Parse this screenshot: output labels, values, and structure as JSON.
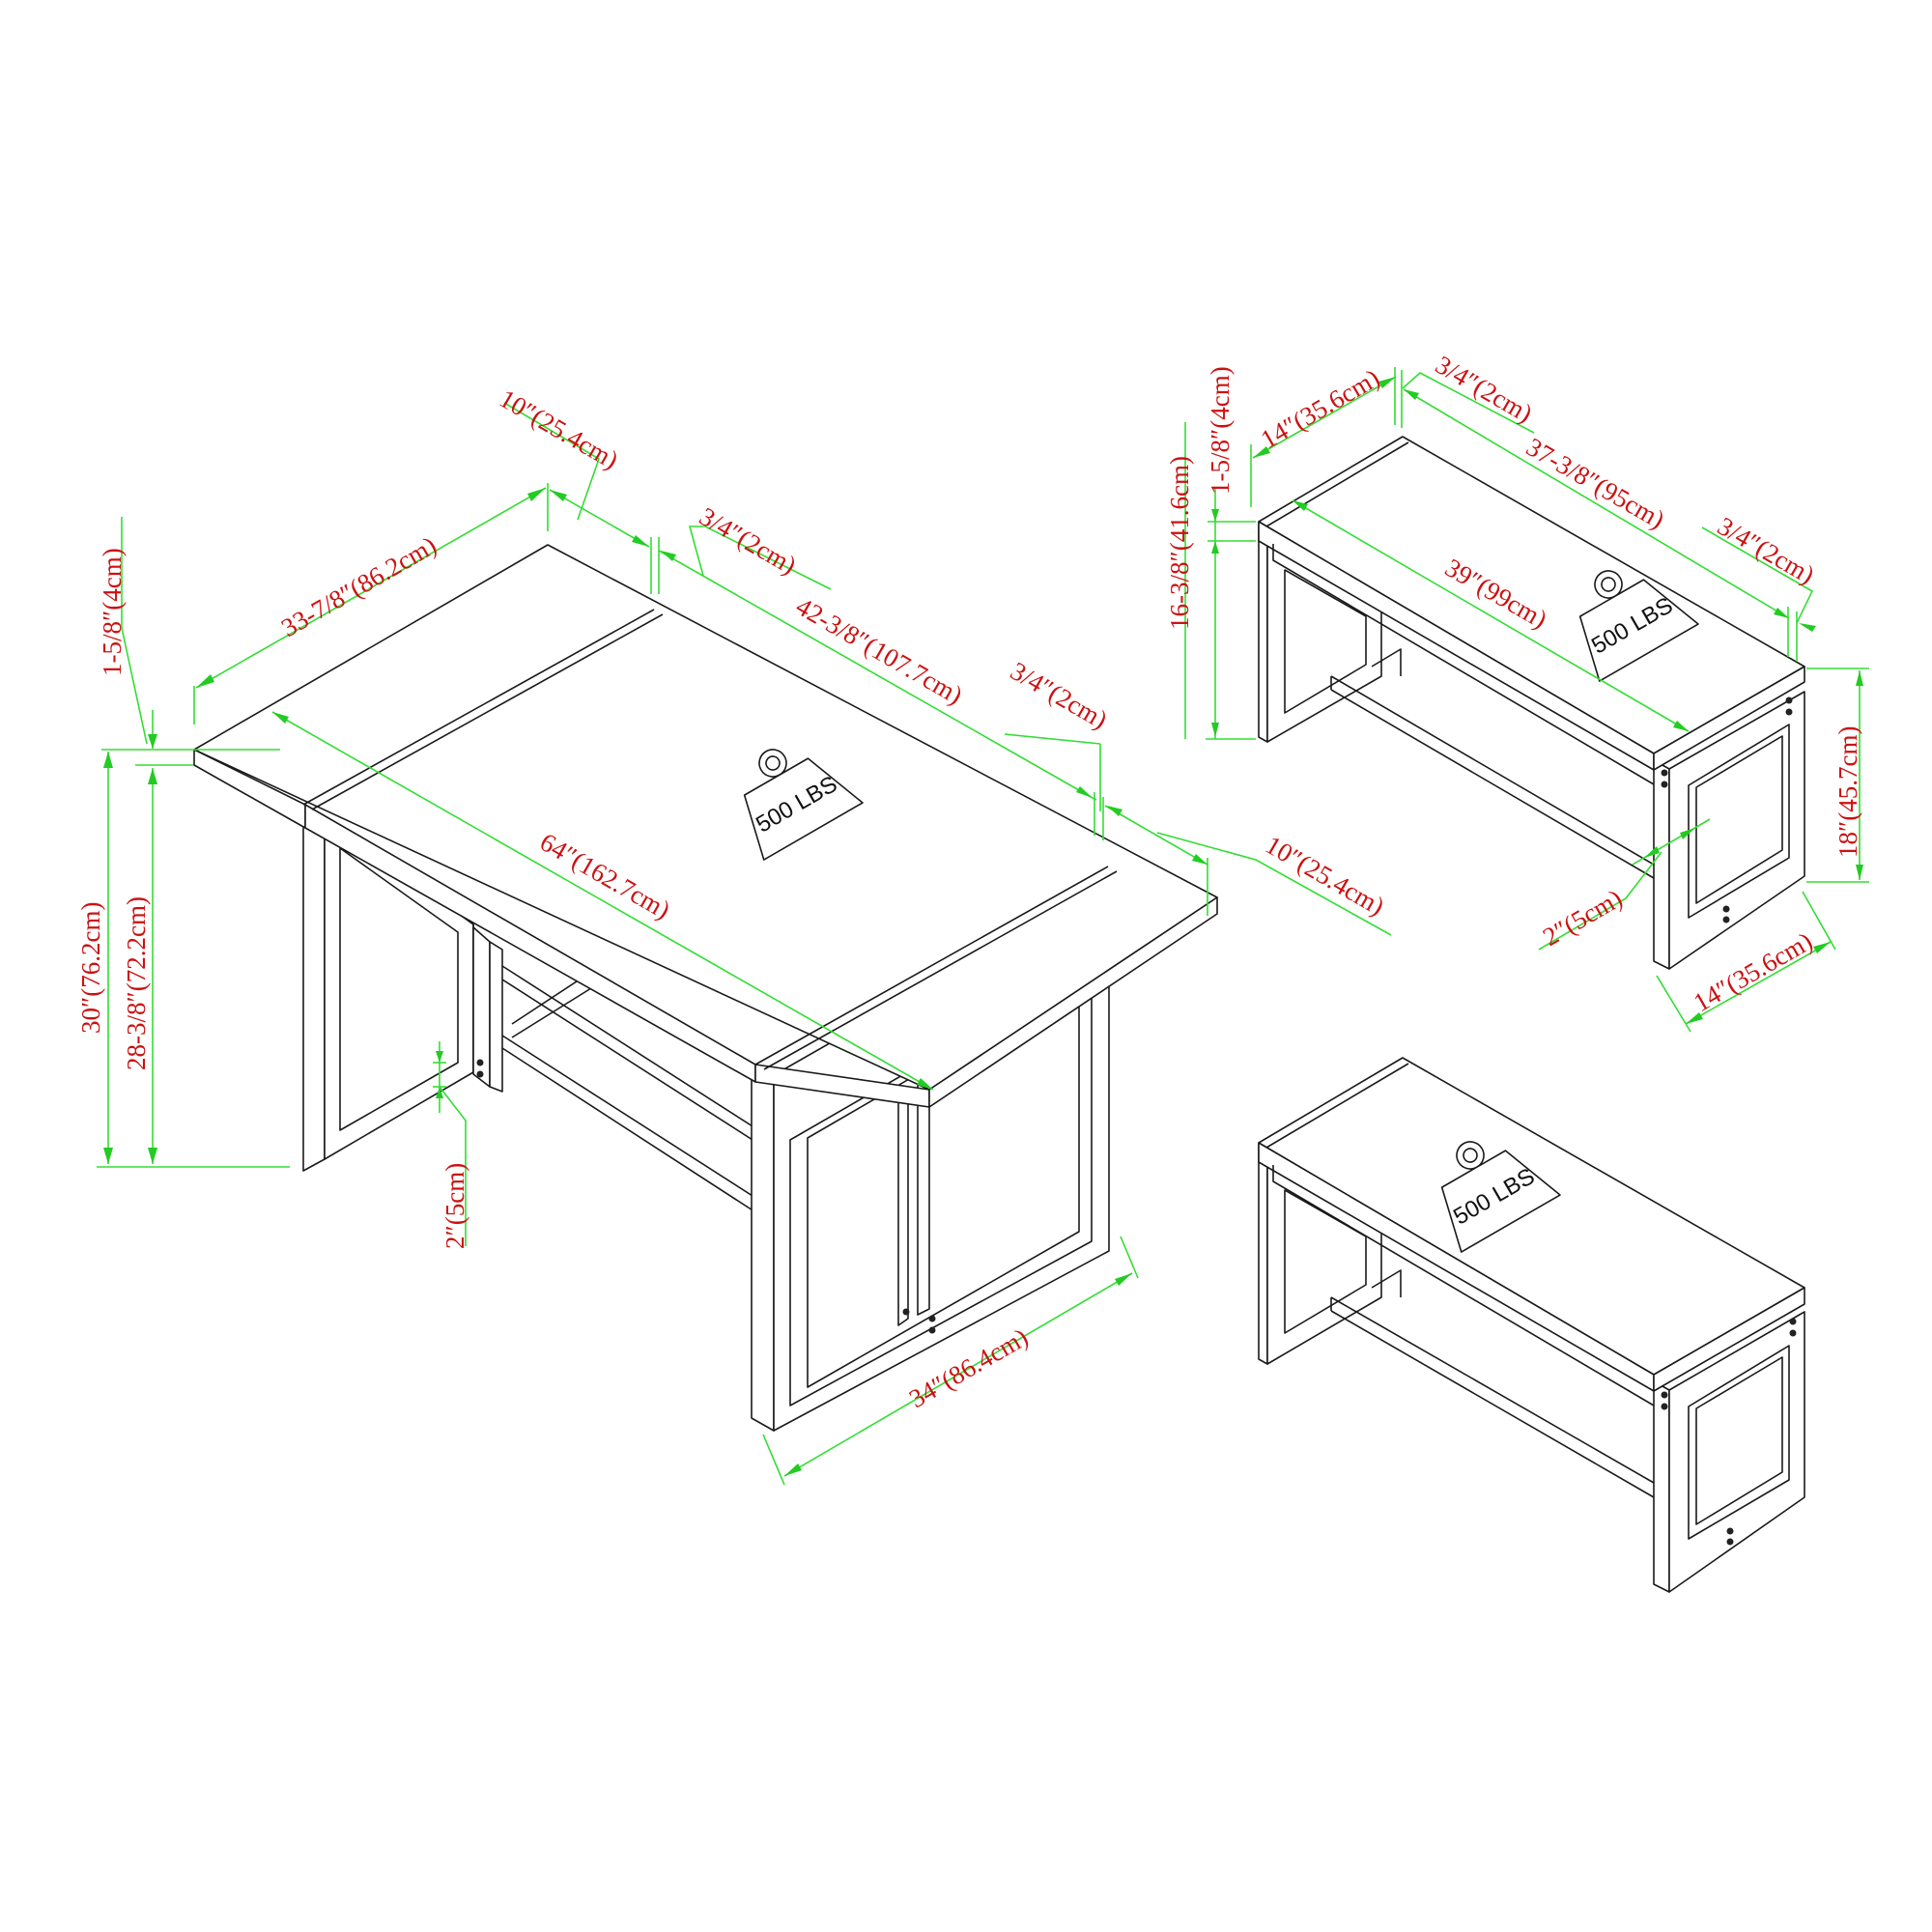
{
  "colors": {
    "outline": "#1a1a1a",
    "dimension_line": "#33dd33",
    "dimension_text": "#cc1111",
    "background": "#ffffff"
  },
  "table": {
    "name": "drop-leaf dining table",
    "weight_capacity": "500 LBS",
    "dimensions": {
      "leaf_width": "10″(25.4cm)",
      "top_depth": "33-7/8″(86.2cm)",
      "gap_left": "3/4″(2cm)",
      "center_length": "42-3/8″(107.7cm)",
      "gap_right": "3/4″(2cm)",
      "leaf_width_right": "10″(25.4cm)",
      "overall_length": "64″(162.7cm)",
      "top_thickness": "1-5/8″(4cm)",
      "overall_height": "30″(76.2cm)",
      "leg_height": "28-3/8″(72.2cm)",
      "leg_profile": "2″(5cm)",
      "leg_depth": "34″(86.4cm)"
    }
  },
  "bench_top": {
    "name": "bench (dimensioned)",
    "weight_capacity": "500 LBS",
    "dimensions": {
      "depth": "14″(35.6cm)",
      "gap_left": "3/4″(2cm)",
      "top_thickness": "1-5/8″(4cm)",
      "leg_height": "16-3/8″(41.6cm)",
      "inner_length": "37-3/8″(95cm)",
      "gap_right": "3/4″(2cm)",
      "overall_length": "39″(99cm)",
      "overall_height": "18″(45.7cm)",
      "leg_profile": "2″(5cm)",
      "leg_depth": "14″(35.6cm)"
    }
  },
  "bench_bottom": {
    "name": "bench (second)",
    "weight_capacity": "500 LBS"
  }
}
